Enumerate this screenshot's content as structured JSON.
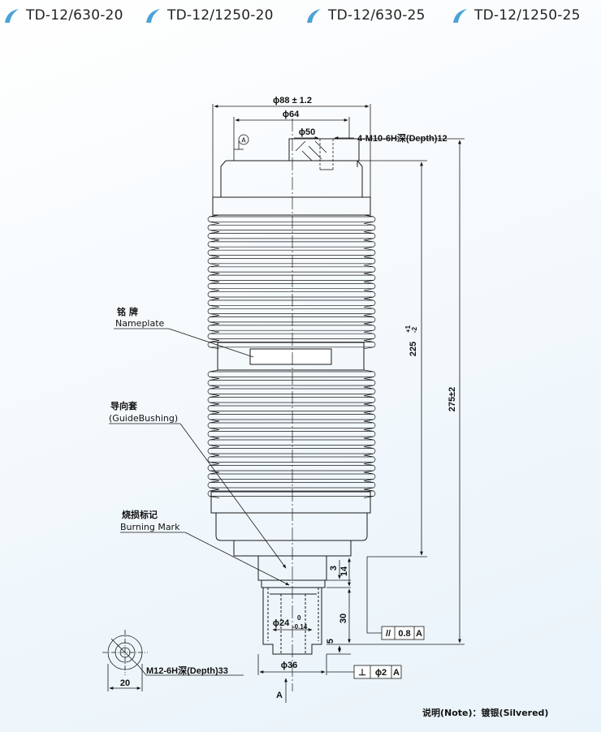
{
  "tabs": [
    {
      "label": "TD-12/630-20"
    },
    {
      "label": "TD-12/1250-20"
    },
    {
      "label": "TD-12/630-25"
    },
    {
      "label": "TD-12/1250-25"
    }
  ],
  "colors": {
    "accent": "#4aa3d6",
    "line": "#1a1a1a"
  },
  "dimensions": {
    "phi88": "ϕ88 ± 1.2",
    "phi64": "ϕ64",
    "phi50": "ϕ50",
    "thread_top": "4-M10-6H深(Depth)12",
    "datum_a_circle": "A",
    "height_225": "225",
    "height_225_tol_upper": "+1",
    "height_225_tol_lower": "-2",
    "height_275": "275±2",
    "dim_3": "3",
    "dim_14": "14",
    "dim_30": "30",
    "dim_5": "5",
    "phi24_main": "ϕ24",
    "phi24_tol_upper": "0",
    "phi24_tol_lower": "-0.14",
    "phi36": "ϕ36",
    "dim_20": "20",
    "thread_bottom": "M12-6H深(Depth)33",
    "datum_arrow": "A"
  },
  "tolerance_frames": [
    {
      "symbol": "//",
      "value": "0.8",
      "datum": "A"
    },
    {
      "symbol": "⊥",
      "value": "ϕ2",
      "datum": "A"
    }
  ],
  "labels": {
    "nameplate_cn": "铭 牌",
    "nameplate_en": "Nameplate",
    "guide_cn": "导向套",
    "guide_en": "(GuideBushing)",
    "burn_cn": "烧损标记",
    "burn_en": "Burning Mark"
  },
  "note": "说明(Note)：镀银(Silvered)"
}
